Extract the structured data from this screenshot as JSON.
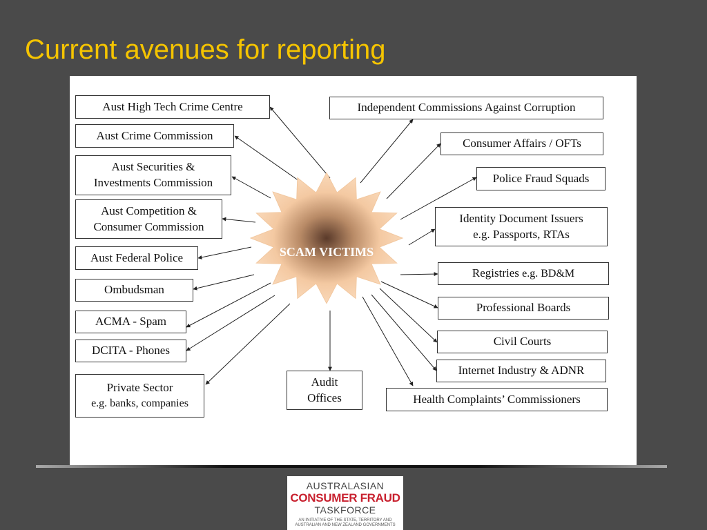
{
  "title": "Current avenues for reporting",
  "hub": "SCAM VICTIMS",
  "left_nodes": [
    {
      "id": "ahtcc",
      "line1": "Aust High Tech Crime Centre",
      "line2": ""
    },
    {
      "id": "acc",
      "line1": "Aust Crime Commission",
      "line2": ""
    },
    {
      "id": "asic",
      "line1": "Aust Securities &",
      "line2": "Investments Commission"
    },
    {
      "id": "accc",
      "line1": "Aust Competition &",
      "line2": "Consumer Commission"
    },
    {
      "id": "afp",
      "line1": "Aust Federal Police",
      "line2": ""
    },
    {
      "id": "ombudsman",
      "line1": "Ombudsman",
      "line2": ""
    },
    {
      "id": "acma",
      "line1": "ACMA - Spam",
      "line2": ""
    },
    {
      "id": "dcita",
      "line1": "DCITA - Phones",
      "line2": ""
    },
    {
      "id": "private",
      "line1": "Private Sector",
      "line2": "e.g. banks, companies"
    }
  ],
  "bottom_nodes": [
    {
      "id": "audit",
      "line1": "Audit",
      "line2": "Offices"
    }
  ],
  "right_nodes": [
    {
      "id": "icac",
      "line1": "Independent Commissions Against Corruption",
      "line2": ""
    },
    {
      "id": "consumer",
      "line1": "Consumer Affairs / OFTs",
      "line2": ""
    },
    {
      "id": "police",
      "line1": "Police Fraud Squads",
      "line2": ""
    },
    {
      "id": "identity",
      "line1": "Identity Document Issuers",
      "line2": "e.g. Passports, RTAs"
    },
    {
      "id": "registries",
      "line1": "Registries",
      "line2": "e.g. BD&M"
    },
    {
      "id": "professional",
      "line1": "Professional Boards",
      "line2": ""
    },
    {
      "id": "civil",
      "line1": "Civil Courts",
      "line2": ""
    },
    {
      "id": "internet",
      "line1": "Internet Industry & ADNR",
      "line2": ""
    },
    {
      "id": "health",
      "line1": "Health Complaints’ Commissioners",
      "line2": ""
    }
  ],
  "logo": {
    "line1": "AUSTRALASIAN",
    "line2": "CONSUMER FRAUD",
    "line3": "TASKFORCE",
    "line4": "AN INITIATIVE OF THE STATE, TERRITORY AND AUSTRALIAN AND NEW ZEALAND GOVERNMENTS"
  },
  "colors": {
    "background": "#4a4a4a",
    "title": "#f5c400",
    "star_center": "#5a3a2a",
    "star_edge": "#f8cfa8",
    "logo_red": "#c8202e"
  }
}
